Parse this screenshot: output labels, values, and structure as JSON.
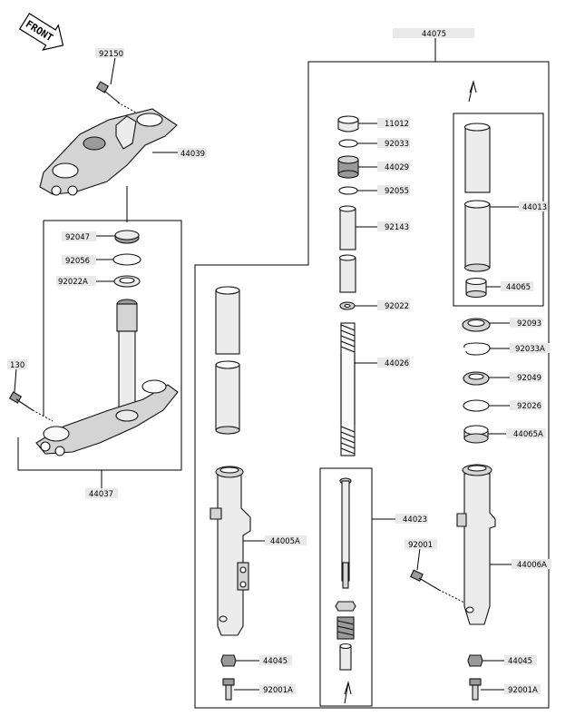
{
  "front_tag": "FRONT",
  "labels": {
    "p44075": "44075",
    "p92150": "92150",
    "p44039": "44039",
    "p92047": "92047",
    "p92056": "92056",
    "p92022A": "92022A",
    "p130": "130",
    "p44037": "44037",
    "p11012": "11012",
    "p92033": "92033",
    "p44029": "44029",
    "p92055": "92055",
    "p92143": "92143",
    "p92022": "92022",
    "p44026": "44026",
    "p44013": "44013",
    "p44065": "44065",
    "p92093": "92093",
    "p92033A": "92033A",
    "p92049": "92049",
    "p92026": "92026",
    "p44065A": "44065A",
    "p44023": "44023",
    "p92001": "92001",
    "p44005A": "44005A",
    "p44006A": "44006A",
    "p44045_l": "44045",
    "p44045_r": "44045",
    "p92001A_l": "92001A",
    "p92001A_r": "92001A"
  }
}
